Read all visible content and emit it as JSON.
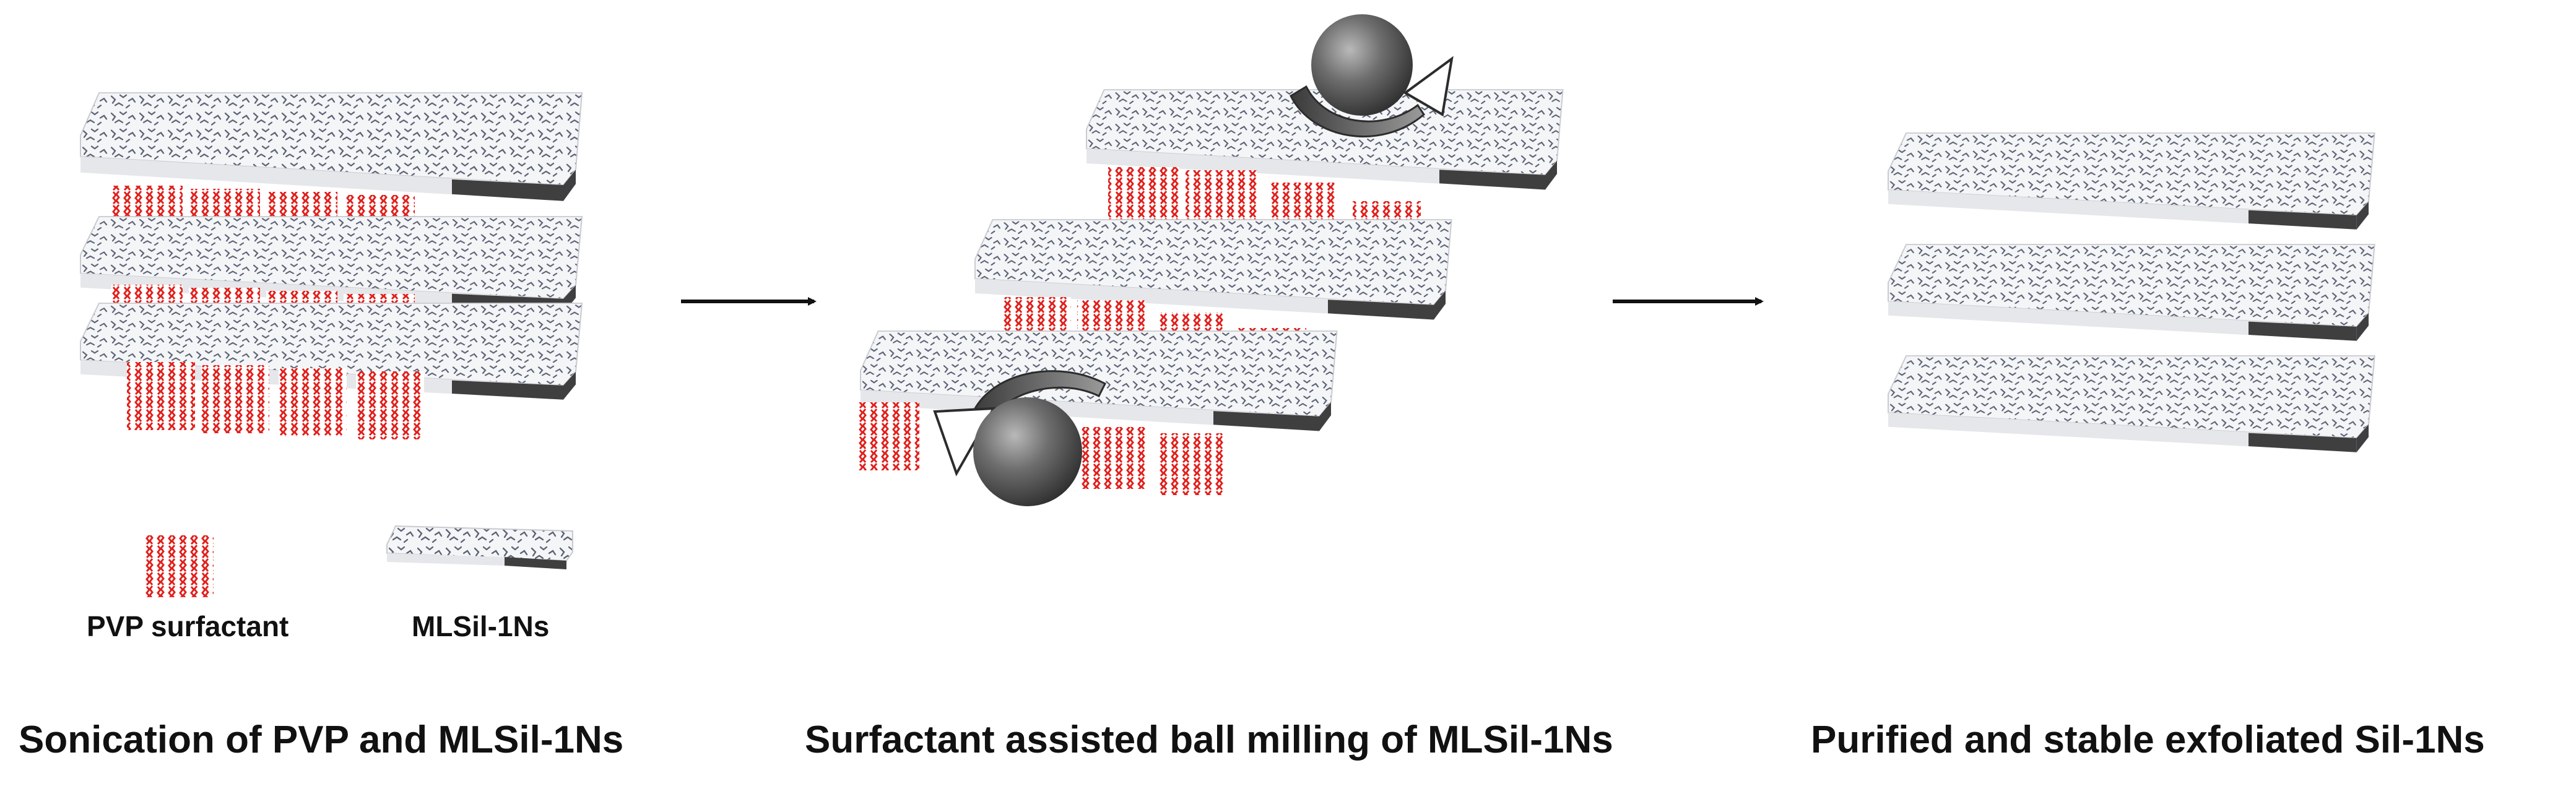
{
  "legend": {
    "surfactant_label": "PVP surfactant",
    "sheet_label": "MLSil-1Ns"
  },
  "captions": {
    "step1": "Sonication of PVP and MLSil-1Ns",
    "step2": "Surfactant assisted ball milling of MLSil-1Ns",
    "step3": "Purified and stable exfoliated Sil-1Ns"
  },
  "colors": {
    "sheet_top": "#f4f5f7",
    "sheet_edge": "#3f3f3f",
    "sheet_pattern": "#5b6275",
    "surfactant": "#e0201c",
    "ball": "#555555",
    "arrow": "#111111"
  },
  "icons": {
    "rotation_arrow": "curved-rotation-arrow",
    "ball": "milling-ball",
    "process_arrow": "right-arrow"
  }
}
